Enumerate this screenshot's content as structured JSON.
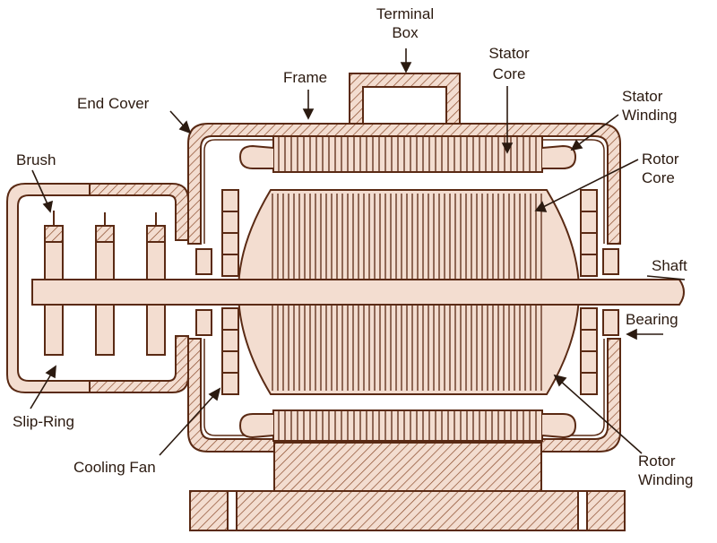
{
  "colors": {
    "ink": "#5a2a14",
    "fill": "#f3ddd0",
    "hatch": "#8a4a2a",
    "label": "#2b1a10",
    "background": "#ffffff"
  },
  "labels": {
    "terminal_box": [
      "Terminal",
      "Box"
    ],
    "frame": "Frame",
    "end_cover": "End Cover",
    "stator_core": [
      "Stator",
      "Core"
    ],
    "stator_winding": [
      "Stator",
      "Winding"
    ],
    "rotor_core": [
      "Rotor",
      "Core"
    ],
    "brush": "Brush",
    "shaft": "Shaft",
    "bearing": "Bearing",
    "slip_ring": "Slip-Ring",
    "cooling_fan": "Cooling Fan",
    "rotor_winding": [
      "Rotor",
      "Winding"
    ]
  }
}
